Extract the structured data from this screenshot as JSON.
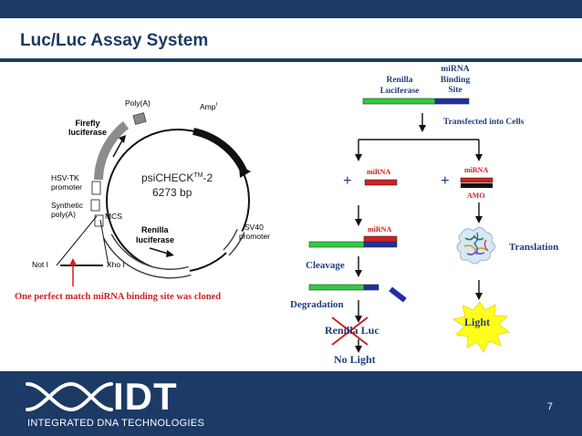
{
  "slide": {
    "title": "Luc/Luc Assay System",
    "page_number": "7"
  },
  "plasmid": {
    "name_line1": "psiCHECK",
    "name_tm": "TM",
    "name_suffix": "-2",
    "size": "6273 bp",
    "labels": {
      "polya": "Poly(A)",
      "amp": "Amp",
      "amp_sup": "r",
      "firefly_1": "Firefly",
      "firefly_2": "luciferase",
      "hsvtk_1": "HSV-TK",
      "hsvtk_2": "promoter",
      "synth_1": "Synthetic",
      "synth_2": "poly(A)",
      "mcs": "MCS",
      "renilla_1": "Renilla",
      "renilla_2": "luciferase",
      "sv40_1": "SV40",
      "sv40_2": "promoter",
      "not1": "Not I",
      "xho1": "Xho I"
    },
    "caption": "One perfect match miRNA binding site was cloned"
  },
  "workflow": {
    "renilla_luc_1": "Renilla",
    "renilla_luc_2": "Luciferase",
    "mirna_site_1": "miRNA",
    "mirna_site_2": "Binding",
    "mirna_site_3": "Site",
    "transfected": "Transfected into Cells",
    "left_mirna": "miRNA",
    "right_mirna": "miRNA",
    "plus": "+",
    "amo": "AMO",
    "bound_mirna": "miRNA",
    "cleavage": "Cleavage",
    "degradation": "Degradation",
    "renilla_luc_crossed": "Renilla Luc",
    "no_light": "No Light",
    "translation": "Translation",
    "light": "Light"
  },
  "branding": {
    "logo_text": "IDT",
    "company": "INTEGRATED DNA TECHNOLOGIES"
  },
  "colors": {
    "navy": "#1b3a66",
    "green": "#2ecc40",
    "dark_blue": "#1f2fa0",
    "red": "#d02020",
    "light_yellow": "#fff200"
  }
}
